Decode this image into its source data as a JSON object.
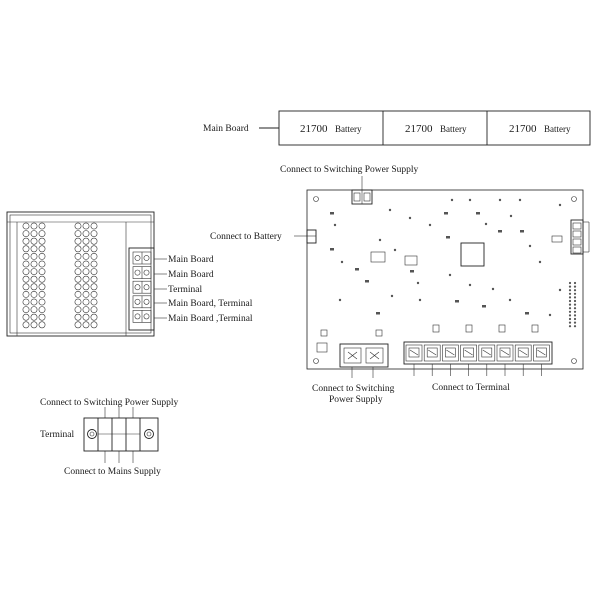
{
  "battery_pack": {
    "label": "Main Board",
    "cells": [
      {
        "number": "21700",
        "text": "Battery"
      },
      {
        "number": "21700",
        "text": "Battery"
      },
      {
        "number": "21700",
        "text": "Battery"
      }
    ]
  },
  "power_supply": {
    "terminals": [
      "Main Board",
      "Main Board",
      "Terminal",
      "Main Board, Terminal",
      "Main Board ,Terminal"
    ]
  },
  "terminal_block": {
    "top_label": "Connect to Switching Power Supply",
    "side_label": "Terminal",
    "bottom_label": "Connect to Mains Supply"
  },
  "main_board": {
    "top_label": "Connect to Switching Power Supply",
    "battery_label": "Connect to Battery",
    "bottom_left_label_line1": "Connect to Switching",
    "bottom_left_label_line2": "Power Supply",
    "bottom_right_label": "Connect to Terminal"
  }
}
